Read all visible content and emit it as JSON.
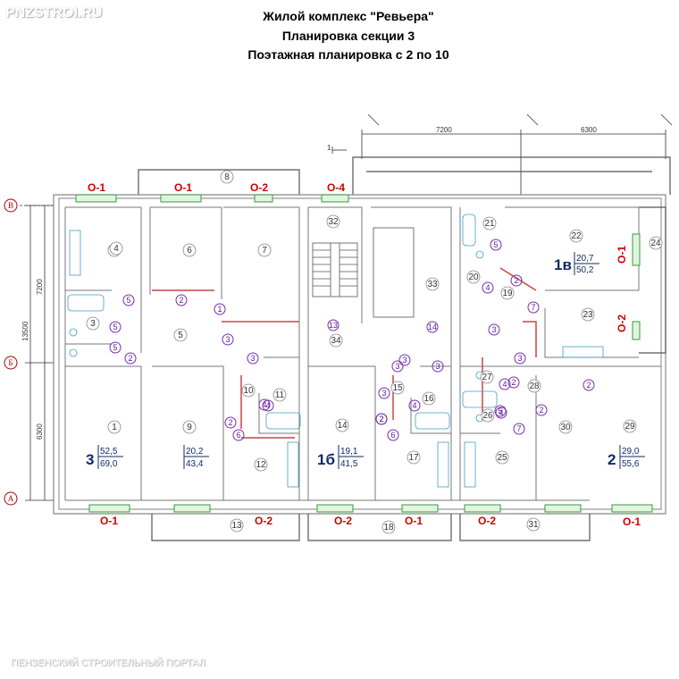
{
  "watermark_top": "PNZSTROI.RU",
  "watermark_bottom": "ПЕНЗЕНСКИЙ СТРОИТЕЛЬНЫЙ ПОРТАЛ",
  "title_lines": [
    "Жилой комплекс \"Ревьера\"",
    "Планировка секции 3",
    "Поэтажная планировка с 2 по 10"
  ],
  "dimensions": {
    "top_left": "7200",
    "top_right": "6300",
    "left_top": "7200",
    "left_total": "13500",
    "left_bottom": "6300"
  },
  "axes": [
    "В",
    "Б",
    "А"
  ],
  "section_marks": [
    "1",
    "1"
  ],
  "window_labels": [
    "О-1",
    "О-1",
    "О-2",
    "О-4",
    "О-1",
    "О-2",
    "О-1",
    "О-2",
    "О-1",
    "О-2",
    "О-1",
    "О-2"
  ],
  "rooms": [
    "1",
    "2",
    "3",
    "4",
    "5",
    "6",
    "7",
    "8",
    "9",
    "10",
    "11",
    "12",
    "13",
    "14",
    "15",
    "16",
    "17",
    "18",
    "19",
    "20",
    "21",
    "22",
    "23",
    "24",
    "25",
    "26",
    "27",
    "28",
    "29",
    "30",
    "31",
    "32",
    "33",
    "34"
  ],
  "passages": [
    "1",
    "2",
    "2",
    "2",
    "2",
    "2",
    "2",
    "2",
    "2",
    "2",
    "3",
    "3",
    "3",
    "3",
    "3",
    "3",
    "3",
    "3",
    "4",
    "4",
    "4",
    "4",
    "4",
    "4",
    "5",
    "5",
    "5",
    "5",
    "5",
    "6",
    "6",
    "7",
    "7",
    "13",
    "14"
  ],
  "apartments": [
    {
      "num": "3",
      "area_living": "52,5",
      "area_total": "69,0"
    },
    {
      "num": "",
      "area_living": "20,2",
      "area_total": "43,4"
    },
    {
      "num": "1б",
      "area_living": "19,1",
      "area_total": "41,5"
    },
    {
      "num": "2",
      "area_living": "29,0",
      "area_total": "55,6"
    },
    {
      "num": "1в",
      "area_living": "20,7",
      "area_total": "50,2"
    }
  ]
}
